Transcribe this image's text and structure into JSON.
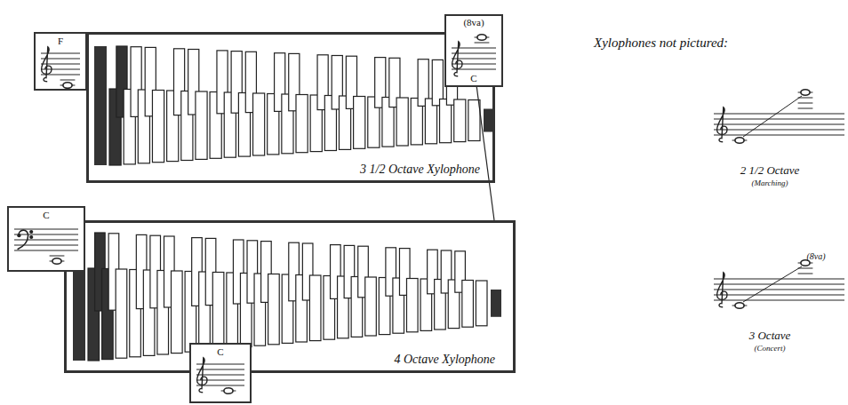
{
  "diagram": {
    "nodes": [
      {
        "text": [
          "3 1/2 Octave Xylophone"
        ]
      },
      {
        "text": [
          "F"
        ]
      },
      {
        "text": [
          "(8va)",
          "C"
        ]
      },
      {
        "text": [
          "4 Octave Xylophone"
        ]
      },
      {
        "text": [
          "C"
        ]
      },
      {
        "text": [
          "C"
        ]
      }
    ],
    "edges": [
      {
        "from": 2,
        "to": 3,
        "arrow": "none"
      }
    ],
    "labels": [
      "Xylophones not pictured:",
      "2 1/2 Octave",
      "(Marching)",
      "(8va)",
      "3 Octave",
      "(Concert)"
    ]
  }
}
